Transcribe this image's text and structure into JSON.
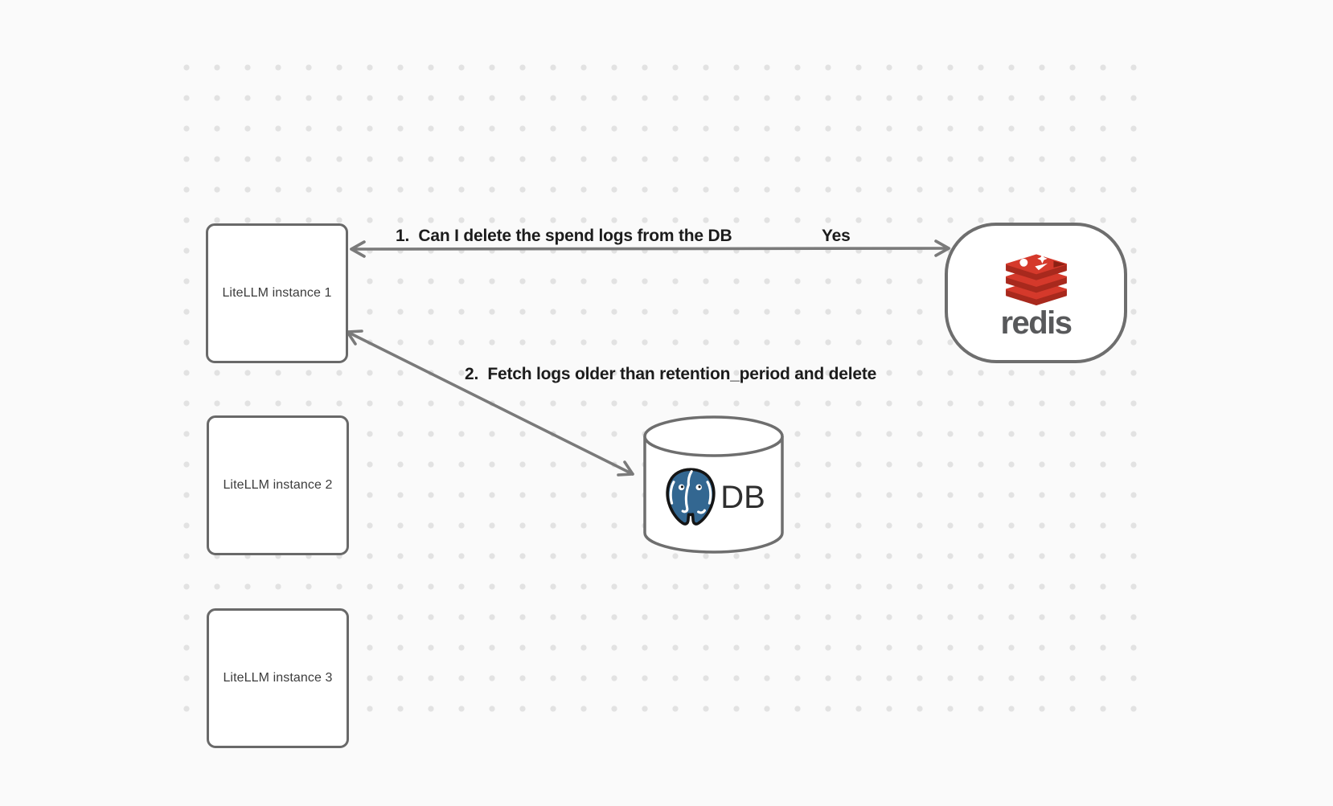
{
  "canvas": {
    "background_color": "#fafafa",
    "dot_color": "#e2e2e2",
    "shape_border_color": "#696969",
    "arrow_color": "#7a7a7a"
  },
  "nodes": [
    {
      "id": "litellm1",
      "label": "LiteLLM instance 1"
    },
    {
      "id": "litellm2",
      "label": "LiteLLM instance 2"
    },
    {
      "id": "litellm3",
      "label": "LiteLLM instance 3"
    }
  ],
  "redis": {
    "wordmark": "redis",
    "brand_red": "#d5392b",
    "brand_red_dark": "#a8291d",
    "wordmark_color": "#58595b"
  },
  "database": {
    "label": "DB",
    "engine_logo": "postgresql-elephant",
    "postgres_blue": "#336791"
  },
  "arrows": [
    {
      "id": "arrow-1",
      "label": "1.  Can I delete the spend logs from the DB",
      "reply": "Yes",
      "from": "litellm1",
      "to": "redis",
      "double_headed": true
    },
    {
      "id": "arrow-2",
      "label": "2.  Fetch logs older than retention_period and delete",
      "from": "litellm1",
      "to": "db",
      "double_headed": true
    }
  ]
}
